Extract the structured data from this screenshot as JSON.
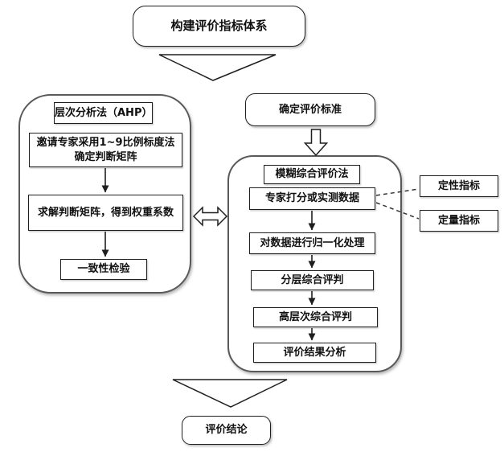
{
  "flowchart": {
    "start_label": "构建评价指标体系",
    "ahp": {
      "title": "层次分析法（AHP）",
      "steps": [
        "邀请专家采用1~9比例标度法确定判断矩阵",
        "求解判断矩阵，得到权重系数",
        "一致性检验"
      ]
    },
    "criteria_label": "确定评价标准",
    "fuzzy": {
      "title": "模糊综合评价法",
      "steps": [
        "专家打分或实测数据",
        "对数据进行归一化处理",
        "分层综合评判",
        "高层次综合评判",
        "评价结果分析"
      ]
    },
    "indicators": {
      "qualitative": "定性指标",
      "quantitative": "定量指标"
    },
    "conclusion_label": "评价结论",
    "colors": {
      "line": "#1f1f1f",
      "container_border": "#595959",
      "background": "#ffffff"
    }
  }
}
